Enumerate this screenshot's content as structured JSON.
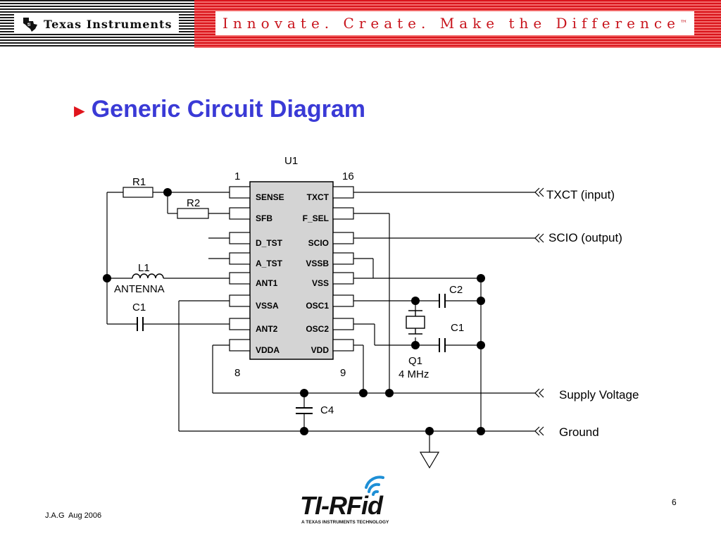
{
  "header": {
    "company": "Texas Instruments",
    "tagline": "Innovate. Create. Make the Difference",
    "trademark": "™",
    "accent_red": "#d9141b"
  },
  "slide": {
    "title": "Generic Circuit Diagram",
    "title_color": "#3a3ad6",
    "bullet_color": "#e0141c"
  },
  "circuit": {
    "chip_name": "U1",
    "pin_numbers": {
      "top_left": "1",
      "top_right": "16",
      "bottom_left": "8",
      "bottom_right": "9"
    },
    "left_pins": [
      "SENSE",
      "SFB",
      "D_TST",
      "A_TST",
      "ANT1",
      "VSSA",
      "ANT2",
      "VDDA"
    ],
    "right_pins": [
      "TXCT",
      "F_SEL",
      "SCIO",
      "VSSB",
      "VSS",
      "OSC1",
      "OSC2",
      "VDD"
    ],
    "components": {
      "r1": "R1",
      "r2": "R2",
      "l1": "L1",
      "antenna": "ANTENNA",
      "c1_left": "C1",
      "c2": "C2",
      "c1_right": "C1",
      "q1": "Q1",
      "q1_freq": "4 MHz",
      "c4": "C4"
    },
    "terminals": {
      "txct": "TXCT (input)",
      "scio": "SCIO (output)",
      "supply": "Supply Voltage",
      "ground": "Ground"
    },
    "chip_fill": "#d4d4d4"
  },
  "footer": {
    "author_date": "J.A.G  Aug 2006",
    "page": "6",
    "rfid_logo": "TI-RFid",
    "rfid_tagline": "A TEXAS INSTRUMENTS TECHNOLOGY",
    "rfid_blue": "#1e8fd6"
  }
}
